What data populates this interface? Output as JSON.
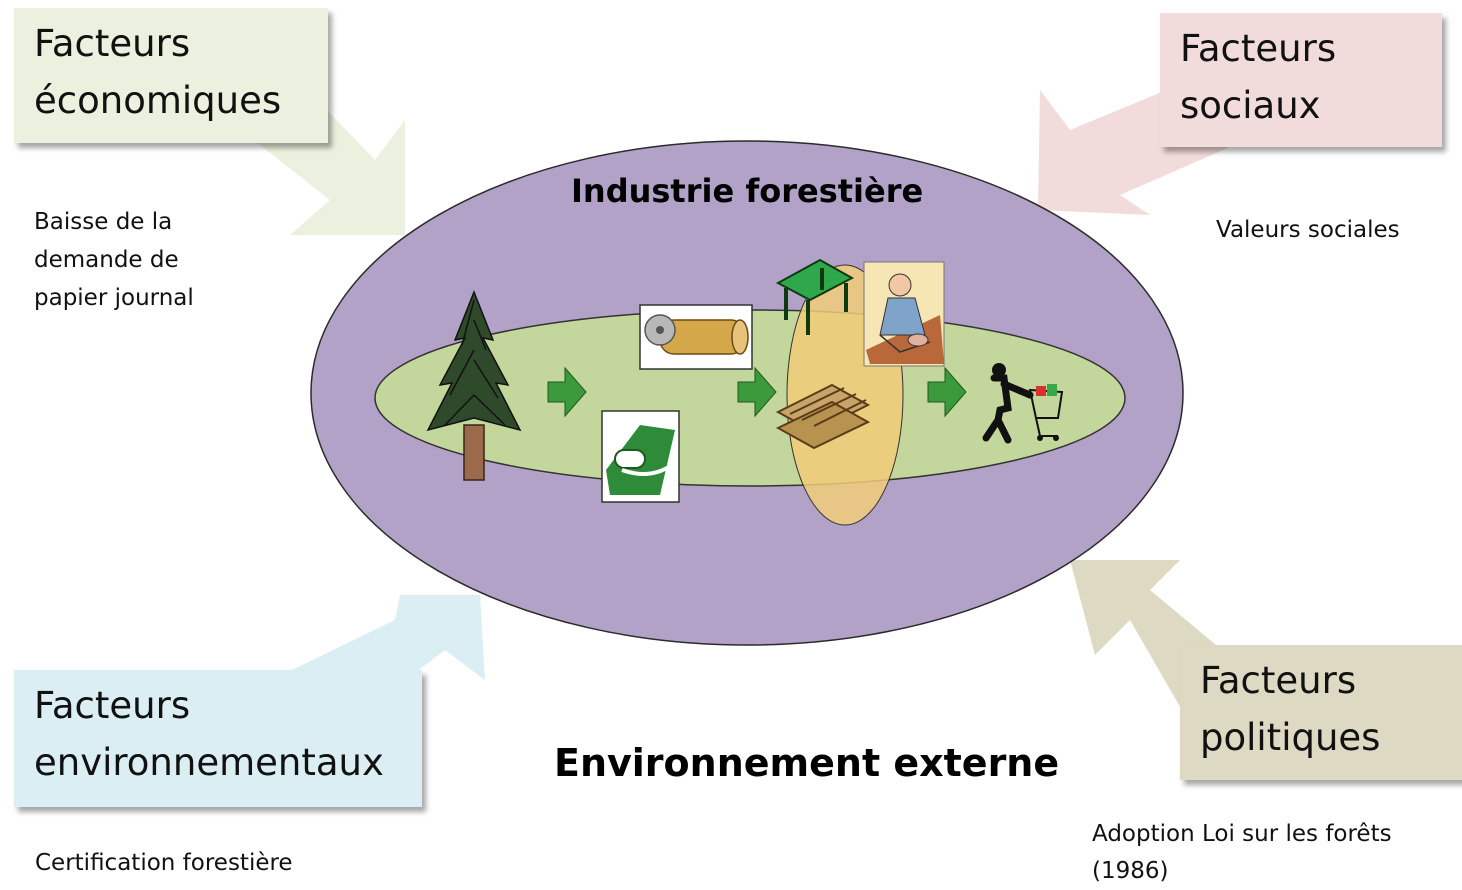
{
  "diagram": {
    "industry_title": "Industrie forestière",
    "environment_title": "Environnement externe"
  },
  "factors": {
    "economic": {
      "label_lines": [
        "Facteurs",
        "économiques"
      ],
      "note_lines": [
        "Baisse de la",
        "demande de",
        "papier journal"
      ],
      "color": "#ebf1de"
    },
    "social": {
      "label_lines": [
        "Facteurs",
        "sociaux"
      ],
      "note_lines": [
        "Valeurs sociales"
      ],
      "color": "#f2dcdb"
    },
    "environmental": {
      "label_lines": [
        "Facteurs",
        "environnementaux"
      ],
      "note_lines": [
        "Certification forestière"
      ],
      "color": "#dbeef4"
    },
    "political": {
      "label_lines": [
        "Facteurs",
        "politiques"
      ],
      "note_lines": [
        "Adoption Loi sur les forêts",
        "(1986)"
      ],
      "color": "#ddd9c3"
    }
  },
  "colors": {
    "outer_ellipse": "#b3a2c7",
    "inner_ellipse": "#c3d69b",
    "secondary_ellipse": "#f1cd79",
    "flow_arrow": "#3c9a3c"
  },
  "icons": [
    "tree-icon",
    "log-saw-icon",
    "paper-roll-icon",
    "table-icon",
    "pallet-icon",
    "carpenter-icon",
    "shopper-cart-icon"
  ]
}
